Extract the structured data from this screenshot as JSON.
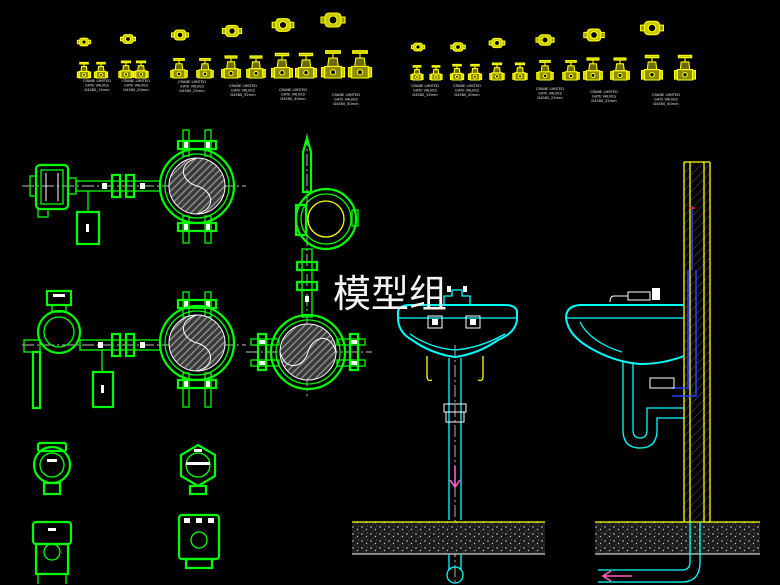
{
  "watermark": "模型组",
  "colors": {
    "background": "#000000",
    "valves": "#ffff00",
    "instruments": "#00ff00",
    "fixtures": "#00ffff",
    "hatch": "#8a8a8a",
    "flow_arrow": "#ff5cc8",
    "wall_pipe": "#2a3cff",
    "text": "#ffffff"
  },
  "valve_groups": [
    {
      "labels": [
        {
          "line1": "CRANE LIMITED",
          "line2": "GATE VALVES",
          "line3": "D4580_15mm"
        },
        {
          "line1": "CRANE LIMITED",
          "line2": "GATE VALVES",
          "line3": "D4580_20mm"
        },
        {
          "line1": "CRANE LIMITED",
          "line2": "GATE VALVES",
          "line3": "D4580_25mm"
        },
        {
          "line1": "CRANE LIMITED",
          "line2": "GATE VALVES",
          "line3": "D4580_32mm"
        },
        {
          "line1": "CRANE LIMITED",
          "line2": "GATE VALVES",
          "line3": "D4580_40mm"
        },
        {
          "line1": "CRANE LIMITED",
          "line2": "GATE VALVES",
          "line3": "D4580_50mm"
        }
      ]
    },
    {
      "labels": [
        {
          "line1": "CRANE LIMITED",
          "line2": "GATE VALVES",
          "line3": "D4580_15mm"
        },
        {
          "line1": "CRANE LIMITED",
          "line2": "GATE VALVES",
          "line3": "D4580_20mm"
        },
        {
          "line1": "CRANE LIMITED",
          "line2": "GATE VALVES",
          "line3": "D4580_25mm"
        },
        {
          "line1": "CRANE LIMITED",
          "line2": "GATE VALVES",
          "line3": "D4580_32mm"
        },
        {
          "line1": "CRANE LIMITED",
          "line2": "GATE VALVES",
          "line3": "D4580_40mm"
        }
      ]
    }
  ]
}
